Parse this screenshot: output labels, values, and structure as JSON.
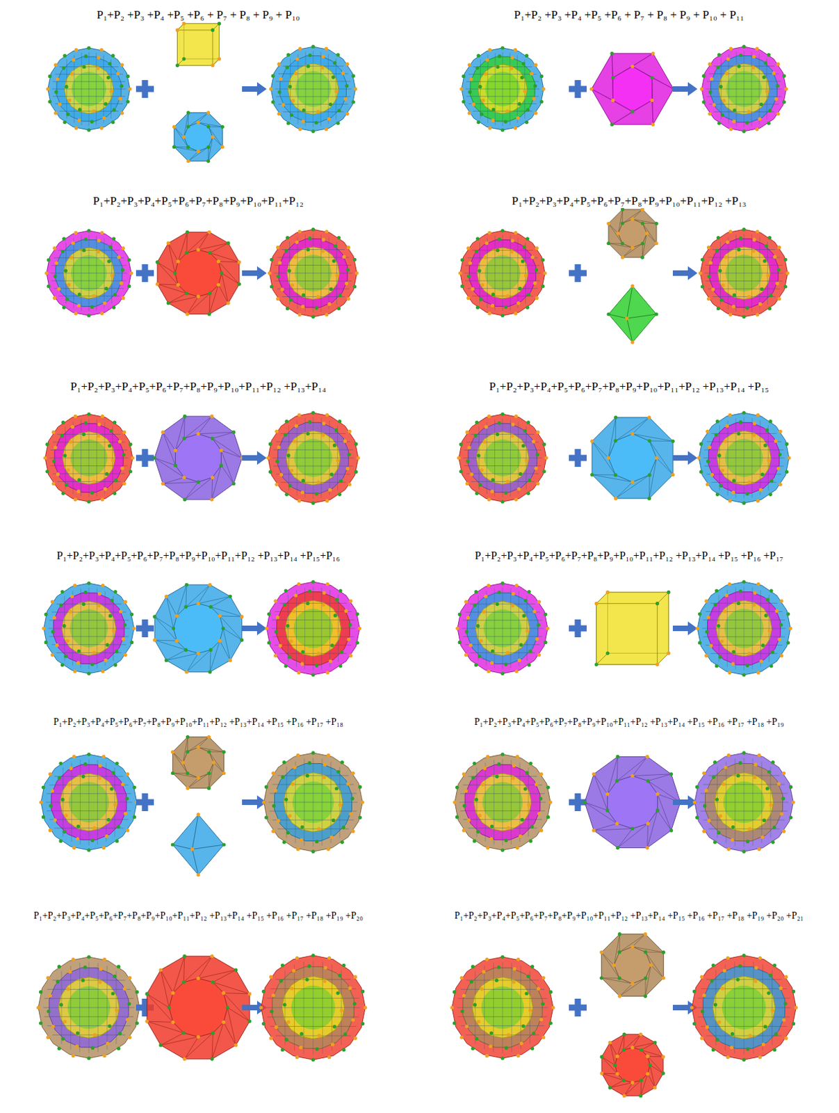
{
  "diagram": {
    "labels": [
      "P₁+P₂ +P₃ +P₄ +P₅ +P₆ + P₇ + P₈ + P₉ + P₁₀",
      "P₁+P₂ +P₃ +P₄ +P₅ +P₆ + P₇ + P₈ + P₉ + P₁₀ + P₁₁",
      "P₁+P₂+P₃+P₄+P₅+P₆+P₇+P₈+P₉+P₁₀+P₁₁+P₁₂",
      "P₁+P₂+P₃+P₄+P₅+P₆+P₇+P₈+P₉+P₁₀+P₁₁+P₁₂ +P₁₃",
      "P₁+P₂+P₃+P₄+P₅+P₆+P₇+P₈+P₉+P₁₀+P₁₁+P₁₂ +P₁₃+P₁₄",
      "P₁+P₂+P₃+P₄+P₅+P₆+P₇+P₈+P₉+P₁₀+P₁₁+P₁₂ +P₁₃+P₁₄ +P₁₅",
      "P₁+P₂+P₃+P₄+P₅+P₆+P₇+P₈+P₉+P₁₀+P₁₁+P₁₂ +P₁₃+P₁₄ +P₁₅+P₁₆",
      "P₁+P₂+P₃+P₄+P₅+P₆+P₇+P₈+P₉+P₁₀+P₁₁+P₁₂ +P₁₃+P₁₄ +P₁₅ +P₁₆ +P₁₇",
      "P₁+P₂+P₃+P₄+P₅+P₆+P₇+P₈+P₉+P₁₀+P₁₁+P₁₂ +P₁₃+P₁₄ +P₁₅ +P₁₆ +P₁₇ +P₁₈",
      "P₁+P₂+P₃+P₄+P₅+P₆+P₇+P₈+P₉+P₁₀+P₁₁+P₁₂ +P₁₃+P₁₄ +P₁₅ +P₁₆ +P₁₇ +P₁₈ +P₁₉",
      "P₁+P₂+P₃+P₄+P₅+P₆+P₇+P₈+P₉+P₁₀+P₁₁+P₁₂ +P₁₃+P₁₄ +P₁₅ +P₁₆ +P₁₇ +P₁₈ +P₁₉ +P₂₀",
      "P₁+P₂+P₃+P₄+P₅+P₆+P₇+P₈+P₉+P₁₀+P₁₁+P₁₂ +P₁₃+P₁₄ +P₁₅ +P₁₆ +P₁₇ +P₁₈ +P₁₉ +P₂₀ +P₂₁"
    ]
  }
}
